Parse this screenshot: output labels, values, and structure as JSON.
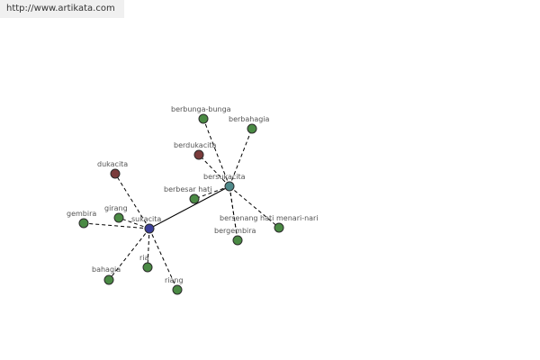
{
  "watermark": "http://www.artikata.com",
  "colors": {
    "hub": "#3b3f9a",
    "center": "#4f8a8b",
    "synonym": "#4a8a44",
    "antonym": "#7a3b3b"
  },
  "nodes": [
    {
      "id": "sukacita",
      "label": "sukacita",
      "kind": "hub"
    },
    {
      "id": "bersukacita",
      "label": "bersukacita",
      "kind": "center"
    },
    {
      "id": "berbunga-bunga",
      "label": "berbunga-bunga",
      "kind": "synonym"
    },
    {
      "id": "berbahagia",
      "label": "berbahagia",
      "kind": "synonym"
    },
    {
      "id": "berdukacita",
      "label": "berdukacita",
      "kind": "antonym"
    },
    {
      "id": "berbesar-hati",
      "label": "berbesar hati",
      "kind": "synonym"
    },
    {
      "id": "bersenang-hati",
      "label": "bersenang hati",
      "kind": "synonym"
    },
    {
      "id": "menari-nari",
      "label": "menari-nari",
      "kind": "synonym"
    },
    {
      "id": "bergembira",
      "label": "bergembira",
      "kind": "synonym"
    },
    {
      "id": "dukacita",
      "label": "dukacita",
      "kind": "antonym"
    },
    {
      "id": "gembira",
      "label": "gembira",
      "kind": "synonym"
    },
    {
      "id": "girang",
      "label": "girang",
      "kind": "synonym"
    },
    {
      "id": "bahagia",
      "label": "bahagia",
      "kind": "synonym"
    },
    {
      "id": "ria",
      "label": "ria",
      "kind": "synonym"
    },
    {
      "id": "riang",
      "label": "riang",
      "kind": "synonym"
    }
  ],
  "edges": [
    {
      "from": "sukacita",
      "to": "bersukacita",
      "style": "solid"
    },
    {
      "from": "bersukacita",
      "to": "berbunga-bunga",
      "style": "dashed"
    },
    {
      "from": "bersukacita",
      "to": "berbahagia",
      "style": "dashed"
    },
    {
      "from": "bersukacita",
      "to": "berdukacita",
      "style": "dashed"
    },
    {
      "from": "bersukacita",
      "to": "berbesar-hati",
      "style": "dashed"
    },
    {
      "from": "bersukacita",
      "to": "bersenang-hati",
      "style": "dashed"
    },
    {
      "from": "bersukacita",
      "to": "menari-nari",
      "style": "dashed"
    },
    {
      "from": "bersukacita",
      "to": "bergembira",
      "style": "dashed"
    },
    {
      "from": "sukacita",
      "to": "dukacita",
      "style": "dashed"
    },
    {
      "from": "sukacita",
      "to": "gembira",
      "style": "dashed"
    },
    {
      "from": "sukacita",
      "to": "girang",
      "style": "dashed"
    },
    {
      "from": "sukacita",
      "to": "bahagia",
      "style": "dashed"
    },
    {
      "from": "sukacita",
      "to": "ria",
      "style": "dashed"
    },
    {
      "from": "sukacita",
      "to": "riang",
      "style": "dashed"
    }
  ]
}
